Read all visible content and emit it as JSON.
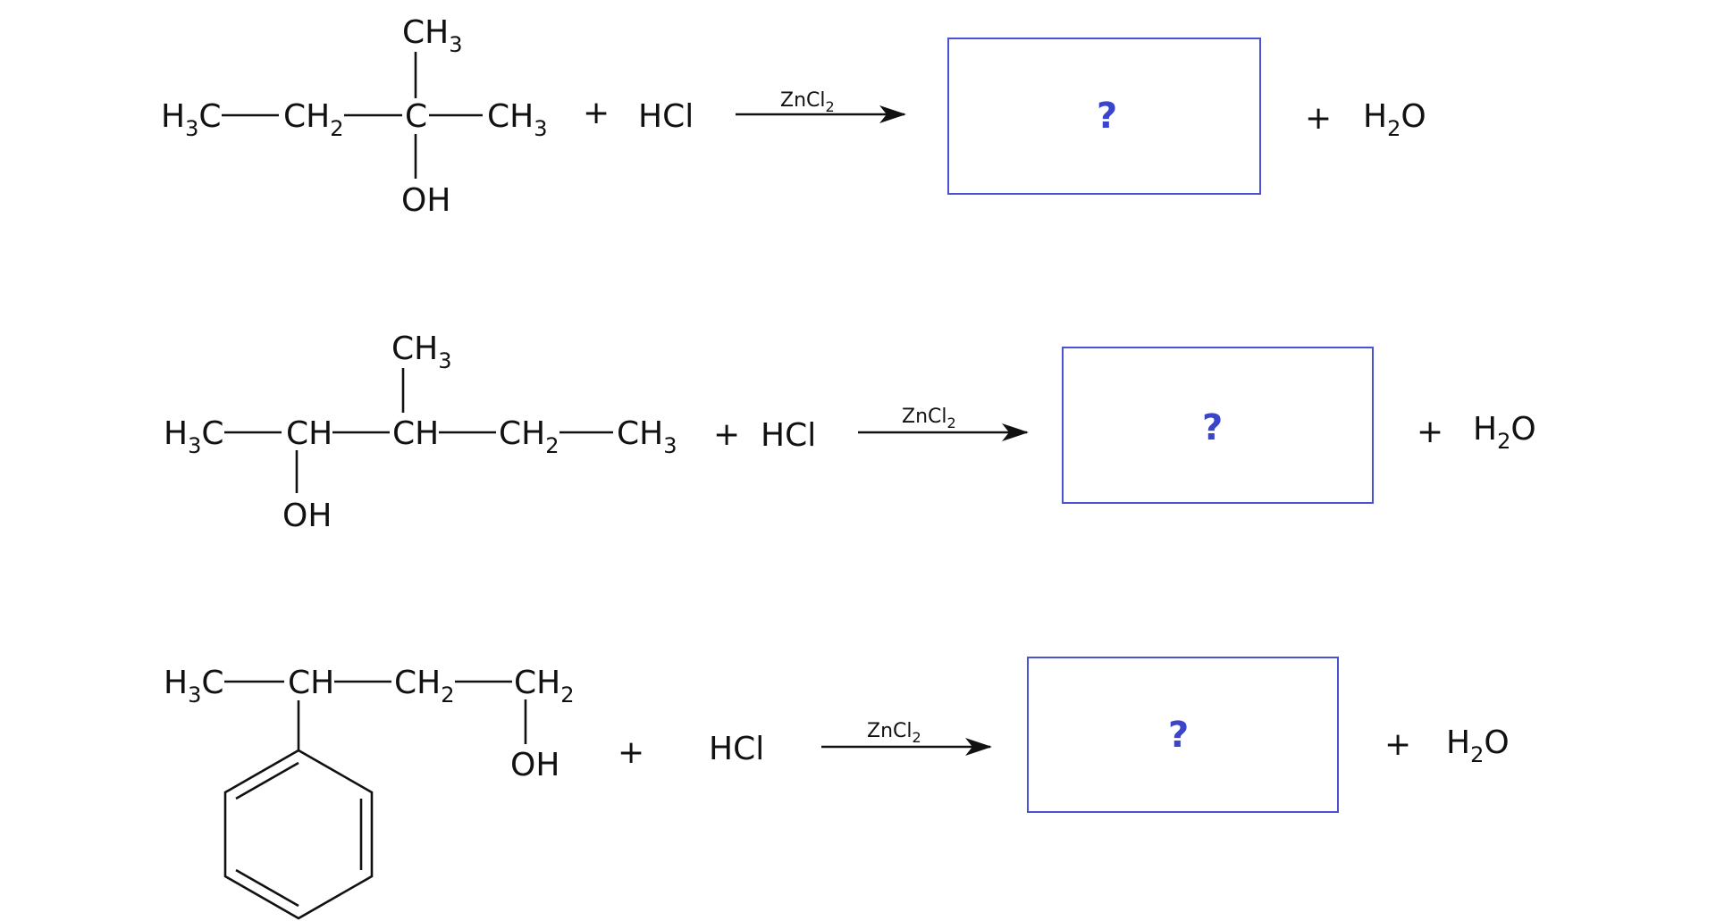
{
  "colors": {
    "box_border": "#4a52d1",
    "question_mark": "#3b45c8",
    "ink": "#111111"
  },
  "reactions": [
    {
      "reactant": {
        "main": [
          {
            "text": "H",
            "sub": "3",
            "tail": "C"
          },
          {
            "text": "CH",
            "sub": "2",
            "tail": ""
          },
          {
            "text": "C",
            "sub": "",
            "tail": ""
          },
          {
            "text": "CH",
            "sub": "3",
            "tail": ""
          }
        ],
        "top_group": {
          "text": "CH",
          "sub": "3"
        },
        "bottom_group": {
          "text": "OH"
        }
      },
      "plus_1": "+",
      "reagent": "HCl",
      "catalyst": {
        "text": "ZnCl",
        "sub": "2"
      },
      "product": "?",
      "plus_2": "+",
      "byproduct": {
        "text": "H",
        "sub": "2",
        "tail": "O"
      }
    },
    {
      "reactant": {
        "main": [
          {
            "text": "H",
            "sub": "3",
            "tail": "C"
          },
          {
            "text": "CH",
            "sub": "",
            "tail": ""
          },
          {
            "text": "CH",
            "sub": "",
            "tail": ""
          },
          {
            "text": "CH",
            "sub": "2",
            "tail": ""
          },
          {
            "text": "CH",
            "sub": "3",
            "tail": ""
          }
        ],
        "top_group": {
          "text": "CH",
          "sub": "3"
        },
        "bottom_group": {
          "text": "OH"
        }
      },
      "plus_1": "+",
      "reagent": "HCl",
      "catalyst": {
        "text": "ZnCl",
        "sub": "2"
      },
      "product": "?",
      "plus_2": "+",
      "byproduct": {
        "text": "H",
        "sub": "2",
        "tail": "O"
      }
    },
    {
      "reactant": {
        "main": [
          {
            "text": "H",
            "sub": "3",
            "tail": "C"
          },
          {
            "text": "CH",
            "sub": "",
            "tail": ""
          },
          {
            "text": "CH",
            "sub": "2",
            "tail": ""
          },
          {
            "text": "CH",
            "sub": "2",
            "tail": ""
          }
        ],
        "ring": "benzene",
        "bottom_group": {
          "text": "OH"
        }
      },
      "plus_1": "+",
      "reagent": "HCl",
      "catalyst": {
        "text": "ZnCl",
        "sub": "2"
      },
      "product": "?",
      "plus_2": "+",
      "byproduct": {
        "text": "H",
        "sub": "2",
        "tail": "O"
      }
    }
  ]
}
